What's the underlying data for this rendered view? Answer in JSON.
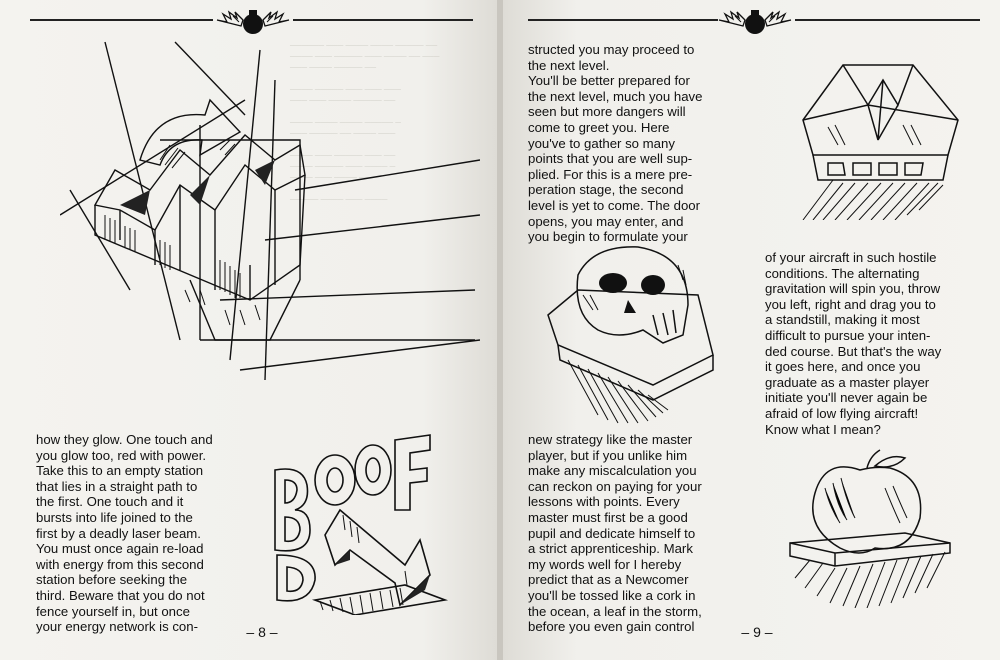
{
  "left_page": {
    "body_lines": [
      "how they glow. One touch and",
      "you glow too, red with power.",
      "Take this to an empty station",
      "that lies in a straight path to",
      "the first. One touch and it",
      "bursts into life joined to the",
      "first by a deadly laser beam.",
      "You must once again re-load",
      "with energy from this second",
      "station before seeking the",
      "third. Beware that you do not",
      "fence yourself in, but once",
      "your energy network is con-"
    ],
    "page_number": "– 8 –",
    "art_text": "BOOF"
  },
  "right_page": {
    "col1_top_lines": [
      "structed you may proceed to",
      "the next level.",
      "You'll be better prepared for",
      "the next level, much you have",
      "seen but more dangers will",
      "come to greet you. Here",
      "you've to gather so many",
      "points that you are well sup-",
      "plied. For this is a mere pre-",
      "peration stage, the second",
      "level is yet to come. The door",
      "opens, you may enter, and",
      "you begin to formulate your"
    ],
    "col1_bottom_lines": [
      "new strategy like the master",
      "player, but if you unlike him",
      "make any miscalculation you",
      "can reckon on paying for your",
      "lessons with points. Every",
      "master must first be a good",
      "pupil and dedicate himself to",
      "a strict apprenticeship. Mark",
      "my words well for I hereby",
      "predict that as a Newcomer",
      "you'll be tossed like a cork in",
      "the ocean, a leaf in the storm,",
      "before you even gain control"
    ],
    "col2_lines": [
      "of your aircraft in such hostile",
      "conditions. The alternating",
      "gravitation will spin you, throw",
      "you left, right and drag you to",
      "a standstill, making it most",
      "difficult to pursue your inten-",
      "ded course. But that's the way",
      "it goes here, and once you",
      "graduate as a master player",
      "initiate you'll never again be",
      "afraid of low flying aircraft!",
      "Know what I mean?"
    ],
    "page_number": "– 9 –"
  },
  "icons": {
    "header_emblem": "winged-bomb-icon",
    "illustrations": [
      "wave-block-illustration",
      "boof-illustration",
      "spaceship-illustration",
      "skull-block-illustration",
      "apple-illustration"
    ]
  },
  "colors": {
    "paper": "#f3f2ee",
    "ink": "#111111",
    "gutter": "#c9c6bf"
  }
}
